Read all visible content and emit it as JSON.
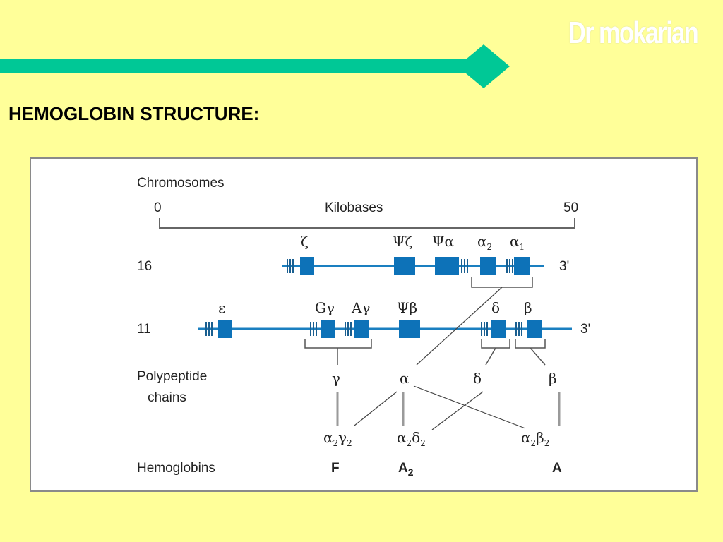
{
  "slide": {
    "watermark": "Dr mokarian",
    "title": "HEMOGLOBIN STRUCTURE:",
    "colors": {
      "background": "#ffff99",
      "accent_bar": "#00c896",
      "gene_box": "#0d72b8",
      "chromosome_line": "#1a7fc0"
    }
  },
  "diagram": {
    "chromosomes_label": "Chromosomes",
    "scale": {
      "start": "0",
      "label": "Kilobases",
      "end": "50"
    },
    "chr16": {
      "number": "16",
      "end_label": "3'",
      "genes": [
        "ζ",
        "Ψζ",
        "Ψα",
        "α2",
        "α1"
      ]
    },
    "chr11": {
      "number": "11",
      "end_label": "3'",
      "genes": [
        "ε",
        "Gγ",
        "Aγ",
        "Ψβ",
        "δ",
        "β"
      ]
    },
    "polypeptide_label_line1": "Polypeptide",
    "polypeptide_label_line2": "chains",
    "chains": [
      "γ",
      "α",
      "δ",
      "β"
    ],
    "tetramers": [
      "α2γ2",
      "α2δ2",
      "α2β2"
    ],
    "hemoglobins_label": "Hemoglobins",
    "hemoglobins": {
      "F": "F",
      "A2_main": "A",
      "A2_sub": "2",
      "A": "A"
    }
  }
}
